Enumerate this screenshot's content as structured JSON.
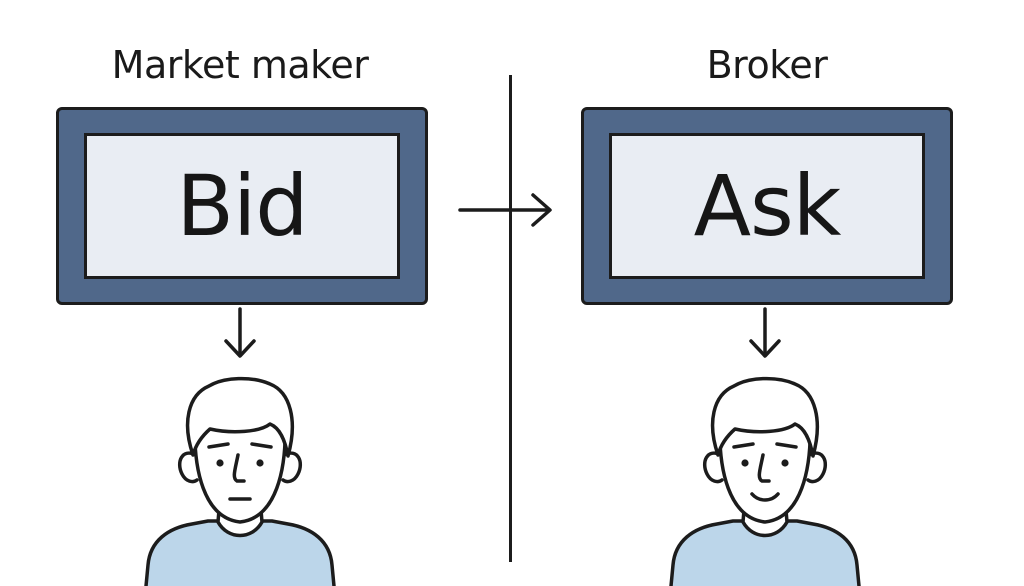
{
  "left": {
    "title": "Market maker",
    "quote_label": "Bid"
  },
  "right": {
    "title": "Broker",
    "quote_label": "Ask"
  },
  "colors": {
    "box_frame": "#50688a",
    "box_inner": "#e9edf3",
    "outline": "#1c1c1c",
    "shirt": "#bcd6ea"
  },
  "icons": {
    "flow_arrow": "arrow-right-icon",
    "down_arrow": "arrow-down-icon",
    "person": "person-icon"
  }
}
